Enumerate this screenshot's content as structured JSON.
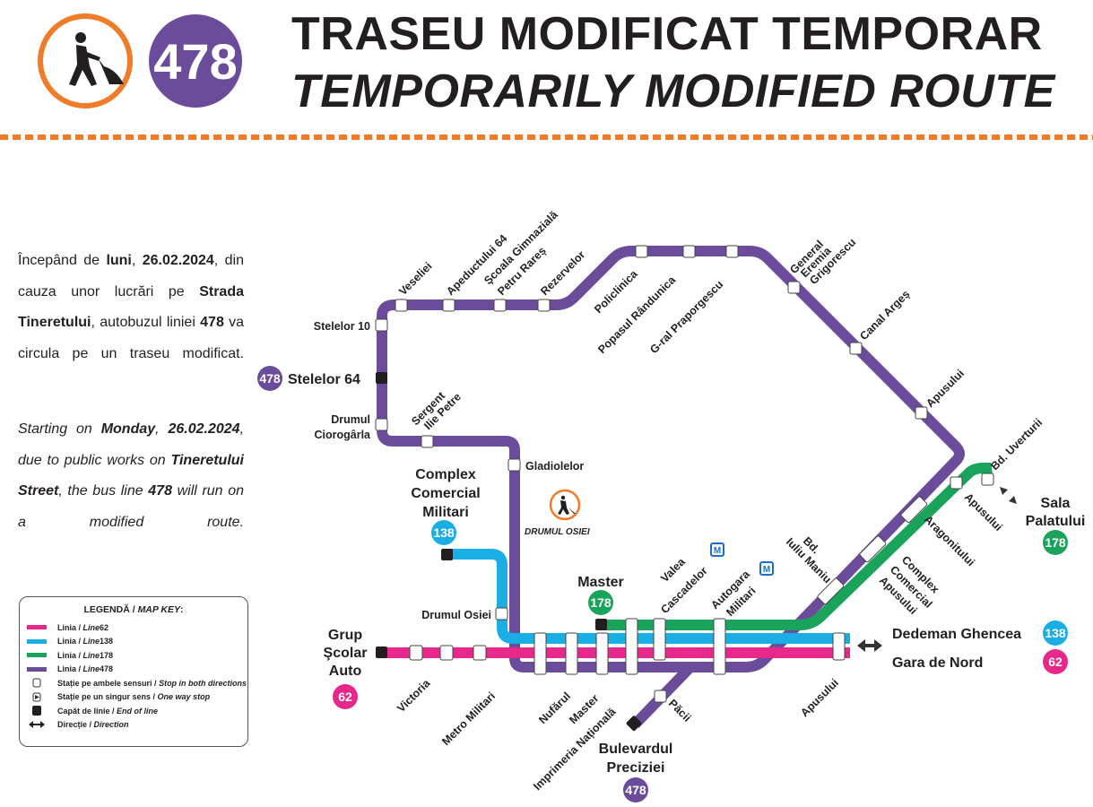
{
  "header": {
    "title_ro": "TRASEU MODIFICAT TEMPORAR",
    "title_en": "TEMPORARILY MODIFIED ROUTE",
    "line_badge": "478",
    "icon": "road-works-icon"
  },
  "colors": {
    "line62": "#e6288a",
    "line138": "#1aaee5",
    "line178": "#1aa35a",
    "line478": "#6b4c9a",
    "accent": "#f07c2a"
  },
  "notice_ro": [
    "Începând de ",
    "luni",
    ", ",
    "26.02.2024",
    ", din cauza unor lucrări pe ",
    "Strada Tineretului",
    ", autobuzul liniei ",
    "478",
    " va circula pe un traseu modificat."
  ],
  "notice_en": [
    "Starting on ",
    "Monday",
    ", ",
    "26.02.2024",
    ", due to public works on ",
    "Tineretului Street",
    ", the bus line ",
    "478",
    " will run on a modified route."
  ],
  "legend": {
    "title_ro": "LEGENDĂ / ",
    "title_en": "MAP KEY",
    "items": [
      {
        "ro": "Linia / ",
        "en": "Line",
        "num": " 62"
      },
      {
        "ro": "Linia / ",
        "en": "Line",
        "num": " 138"
      },
      {
        "ro": "Linia / ",
        "en": "Line",
        "num": " 178"
      },
      {
        "ro": "Linia / ",
        "en": "Line",
        "num": " 478"
      }
    ],
    "symbols": [
      {
        "ro": "Stație pe ambele sensuri / ",
        "en": "Stop in both directions"
      },
      {
        "ro": "Stație pe un singur sens / ",
        "en": "One way stop"
      },
      {
        "ro": "Capăt de linie / ",
        "en": "End of line"
      },
      {
        "ro": "Direcție / ",
        "en": "Direction"
      }
    ]
  },
  "terminals": {
    "stelelor64": "Stelelor 64",
    "grup1": "Grup",
    "grup2": "Şcolar",
    "grup3": "Auto",
    "ccm1": "Complex",
    "ccm2": "Comercial",
    "ccm3": "Militari",
    "master": "Master",
    "dedeman": "Dedeman Ghencea",
    "gara": "Gara de Nord",
    "sala1": "Sala",
    "sala2": "Palatului",
    "bp1": "Bulevardul",
    "bp2": "Preciziei"
  },
  "badges": {
    "b478a": "478",
    "b62a": "62",
    "b138a": "138",
    "b178a": "178",
    "b138b": "138",
    "b62b": "62",
    "b178b": "178",
    "b478b": "478"
  },
  "stops": {
    "veseliei": "Veseliei",
    "apeductului": "Apeductului 64",
    "scoala1": "Şcoala Gimnazială",
    "scoala2": "Petru Rareș",
    "rezervelor": "Rezervelor",
    "policlinica": "Policlinica",
    "popasul": "Popasul Rândunica",
    "graal": "G-ral Praporgescu",
    "general1": "General",
    "general2": "Eremia",
    "general3": "Grigorescu",
    "canal": "Canal Argeș",
    "apusului1": "Apusului",
    "stelelor10": "Stelelor 10",
    "drumul1": "Drumul",
    "drumul2": "Ciorogârla",
    "sergent1": "Sergent",
    "sergent2": "Ilie Petre",
    "gladiolelor": "Gladiolelor",
    "drumulOsiei": "DRUMUL OSIEI",
    "drumOsieiStop": "Drumul Osiei",
    "bdUverturii": "Bd. Uverturii",
    "apusului2": "Apusului",
    "aragonitului": "Aragonitului",
    "cca1": "Complex",
    "cca2": "Comercial",
    "cca3": "Apusului",
    "bdim1": "Bd.",
    "bdim2": "Iuliu Maniu",
    "valea1": "Valea",
    "valea2": "Cascadelor",
    "autogara1": "Autogara",
    "autogara2": "Militari",
    "victoria": "Victoria",
    "metroMilitari": "Metro Militari",
    "nufarul": "Nufărul",
    "masterStop": "Master",
    "imprimeria": "Imprimeria Națională",
    "pacii": "Păcii",
    "apusului3": "Apusului",
    "metro": "M"
  }
}
